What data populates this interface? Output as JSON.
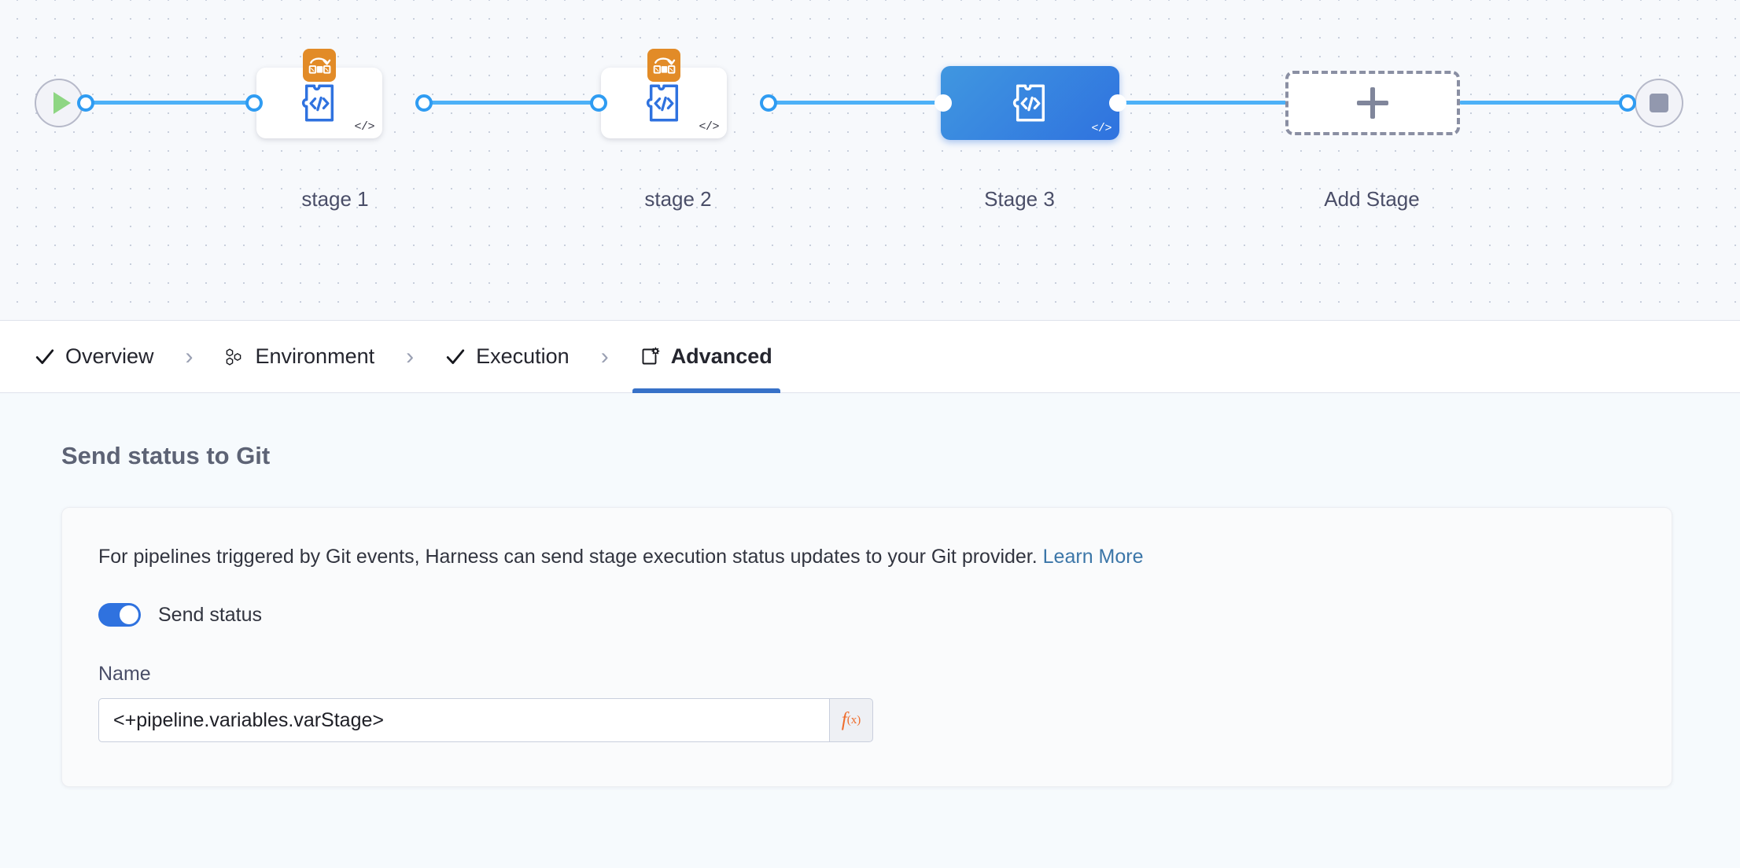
{
  "pipeline": {
    "start_node": {
      "name": "start-node",
      "icon": "play-icon"
    },
    "end_node": {
      "name": "end-node",
      "icon": "stop-icon"
    },
    "stages": [
      {
        "label": "stage 1",
        "icon": "custom-stage-icon",
        "badge": "matrix-strategy-icon",
        "code_badge": "</>",
        "selected": false
      },
      {
        "label": "stage 2",
        "icon": "custom-stage-icon",
        "badge": "matrix-strategy-icon",
        "code_badge": "</>",
        "selected": false
      },
      {
        "label": "Stage 3",
        "icon": "custom-stage-icon",
        "badge": null,
        "code_badge": "</>",
        "selected": true
      }
    ],
    "add_stage": {
      "label": "Add Stage",
      "icon": "plus-icon"
    }
  },
  "tabs": {
    "separator": "›",
    "items": [
      {
        "label": "Overview",
        "icon": "check-icon",
        "active": false
      },
      {
        "label": "Environment",
        "icon": "hexagons-icon",
        "active": false
      },
      {
        "label": "Execution",
        "icon": "check-icon",
        "active": false
      },
      {
        "label": "Advanced",
        "icon": "advanced-gear-icon",
        "active": true
      }
    ]
  },
  "main": {
    "section_title": "Send status to Git",
    "description": "For pipelines triggered by Git events, Harness can send stage execution status updates to your Git provider.",
    "learn_more": "Learn More",
    "toggle": {
      "label": "Send status",
      "on": true
    },
    "name_field": {
      "label": "Name",
      "value": "<+pipeline.variables.varStage>",
      "placeholder": "",
      "expression_button": "f(x)"
    }
  },
  "colors": {
    "accent_blue": "#2f72df",
    "connector_blue": "#4db1f7",
    "matrix_orange": "#e28b27",
    "expression_orange": "#ef6c2b",
    "link_blue": "#3b76a8",
    "canvas_bg": "#f7f9fc",
    "page_bg": "#f6fafd"
  }
}
